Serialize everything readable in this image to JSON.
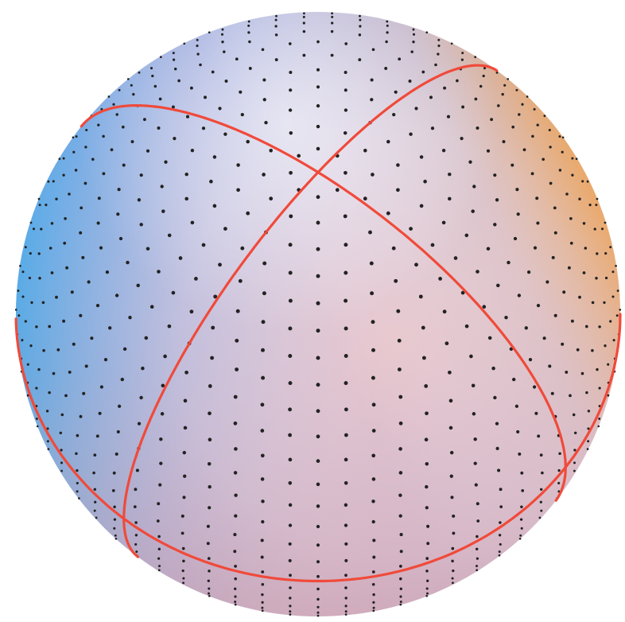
{
  "figure": {
    "type": "point-sampled-sphere",
    "surface_shading": [
      "#37a9ee",
      "#b9bde6",
      "#e8bcbc",
      "#f2a24e"
    ],
    "point_color": "#222222",
    "great_circle_color": "#f04a3a",
    "latitude_rings": 34,
    "great_circles": 3
  }
}
